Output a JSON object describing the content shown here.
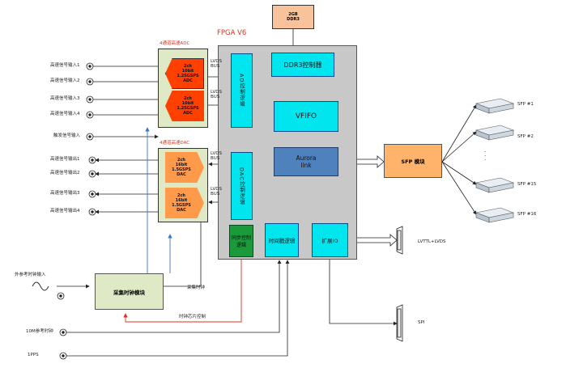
{
  "fpga": {
    "title": "FPGA V6"
  },
  "ddr3_chip": {
    "line1": "2GB",
    "line2": "DDR3"
  },
  "ddr3_ctrl": {
    "label": "DDR3控制器"
  },
  "vfifo": {
    "label": "VFIFO"
  },
  "aurora": {
    "line1": "Aurora",
    "line2": "link"
  },
  "ad_logic": {
    "label": "AD控制逻辑"
  },
  "dac_logic": {
    "label": "DAC控制逻辑"
  },
  "sync_logic": {
    "label": "同步控制逻辑"
  },
  "timing_logic": {
    "label": "时间戳逻辑"
  },
  "expand_io": {
    "label": "扩展IO"
  },
  "lvds_bus": {
    "line1": "LVDS",
    "line2": "BUS"
  },
  "adc_group_title": "4通道高速ADC",
  "dac_group_title": "4通道高速DAC",
  "adc_chips": [
    {
      "l1": "2ch",
      "l2": "10bit",
      "l3": "1.25GSPS",
      "l4": "ADC"
    },
    {
      "l1": "2ch",
      "l2": "10bit",
      "l3": "1.25GSPS",
      "l4": "ADC"
    }
  ],
  "dac_chips": [
    {
      "l1": "2ch",
      "l2": "16bit",
      "l3": "1.5GSPS",
      "l4": "DAC"
    },
    {
      "l1": "2ch",
      "l2": "16bit",
      "l3": "1.5GSPS",
      "l4": "DAC"
    }
  ],
  "adc_inputs": [
    "高速信号输入1",
    "高速信号输入2",
    "高速信号输入3",
    "高速信号输入4"
  ],
  "trigger_input": "触发信号输入",
  "dac_outputs": [
    "高速信号输出1",
    "高速信号输出2",
    "高速信号输出3",
    "高速信号输出4"
  ],
  "clock_module": {
    "label": "采集时钟模块"
  },
  "ext_clock_input": "外参考时钟输入",
  "sample_clock": "采集时钟",
  "clock_chip_ctrl": "时钟芯片控制",
  "ref_10m": "10M参考时钟",
  "pps": "1PPS",
  "sfp_module": {
    "label": "SFP 模块"
  },
  "sfp_ports": [
    "SFP #1",
    "SFP #2",
    "SFP #15",
    "SFP #16"
  ],
  "sfp_dots": "·\n·\n·",
  "lvttl": "LVTTL+LVDS",
  "spi": "SPI",
  "colors": {
    "fpga_bg": "#c8c8c8",
    "cyan": "#00e5ee",
    "adc_orange": "#ff4000",
    "dac_orange": "#ff9a4a",
    "group_bg": "#dfe9c6",
    "clock_bg": "#dfe9c6",
    "aurora_bg": "#4f81bd",
    "sync_green": "#1a9a3a",
    "ddr3_chip": "#f8c39a",
    "sfp_module": "#ffb36b",
    "ctrl_line_red": "#e0301e",
    "clk_line_blue": "#3a78c8"
  }
}
